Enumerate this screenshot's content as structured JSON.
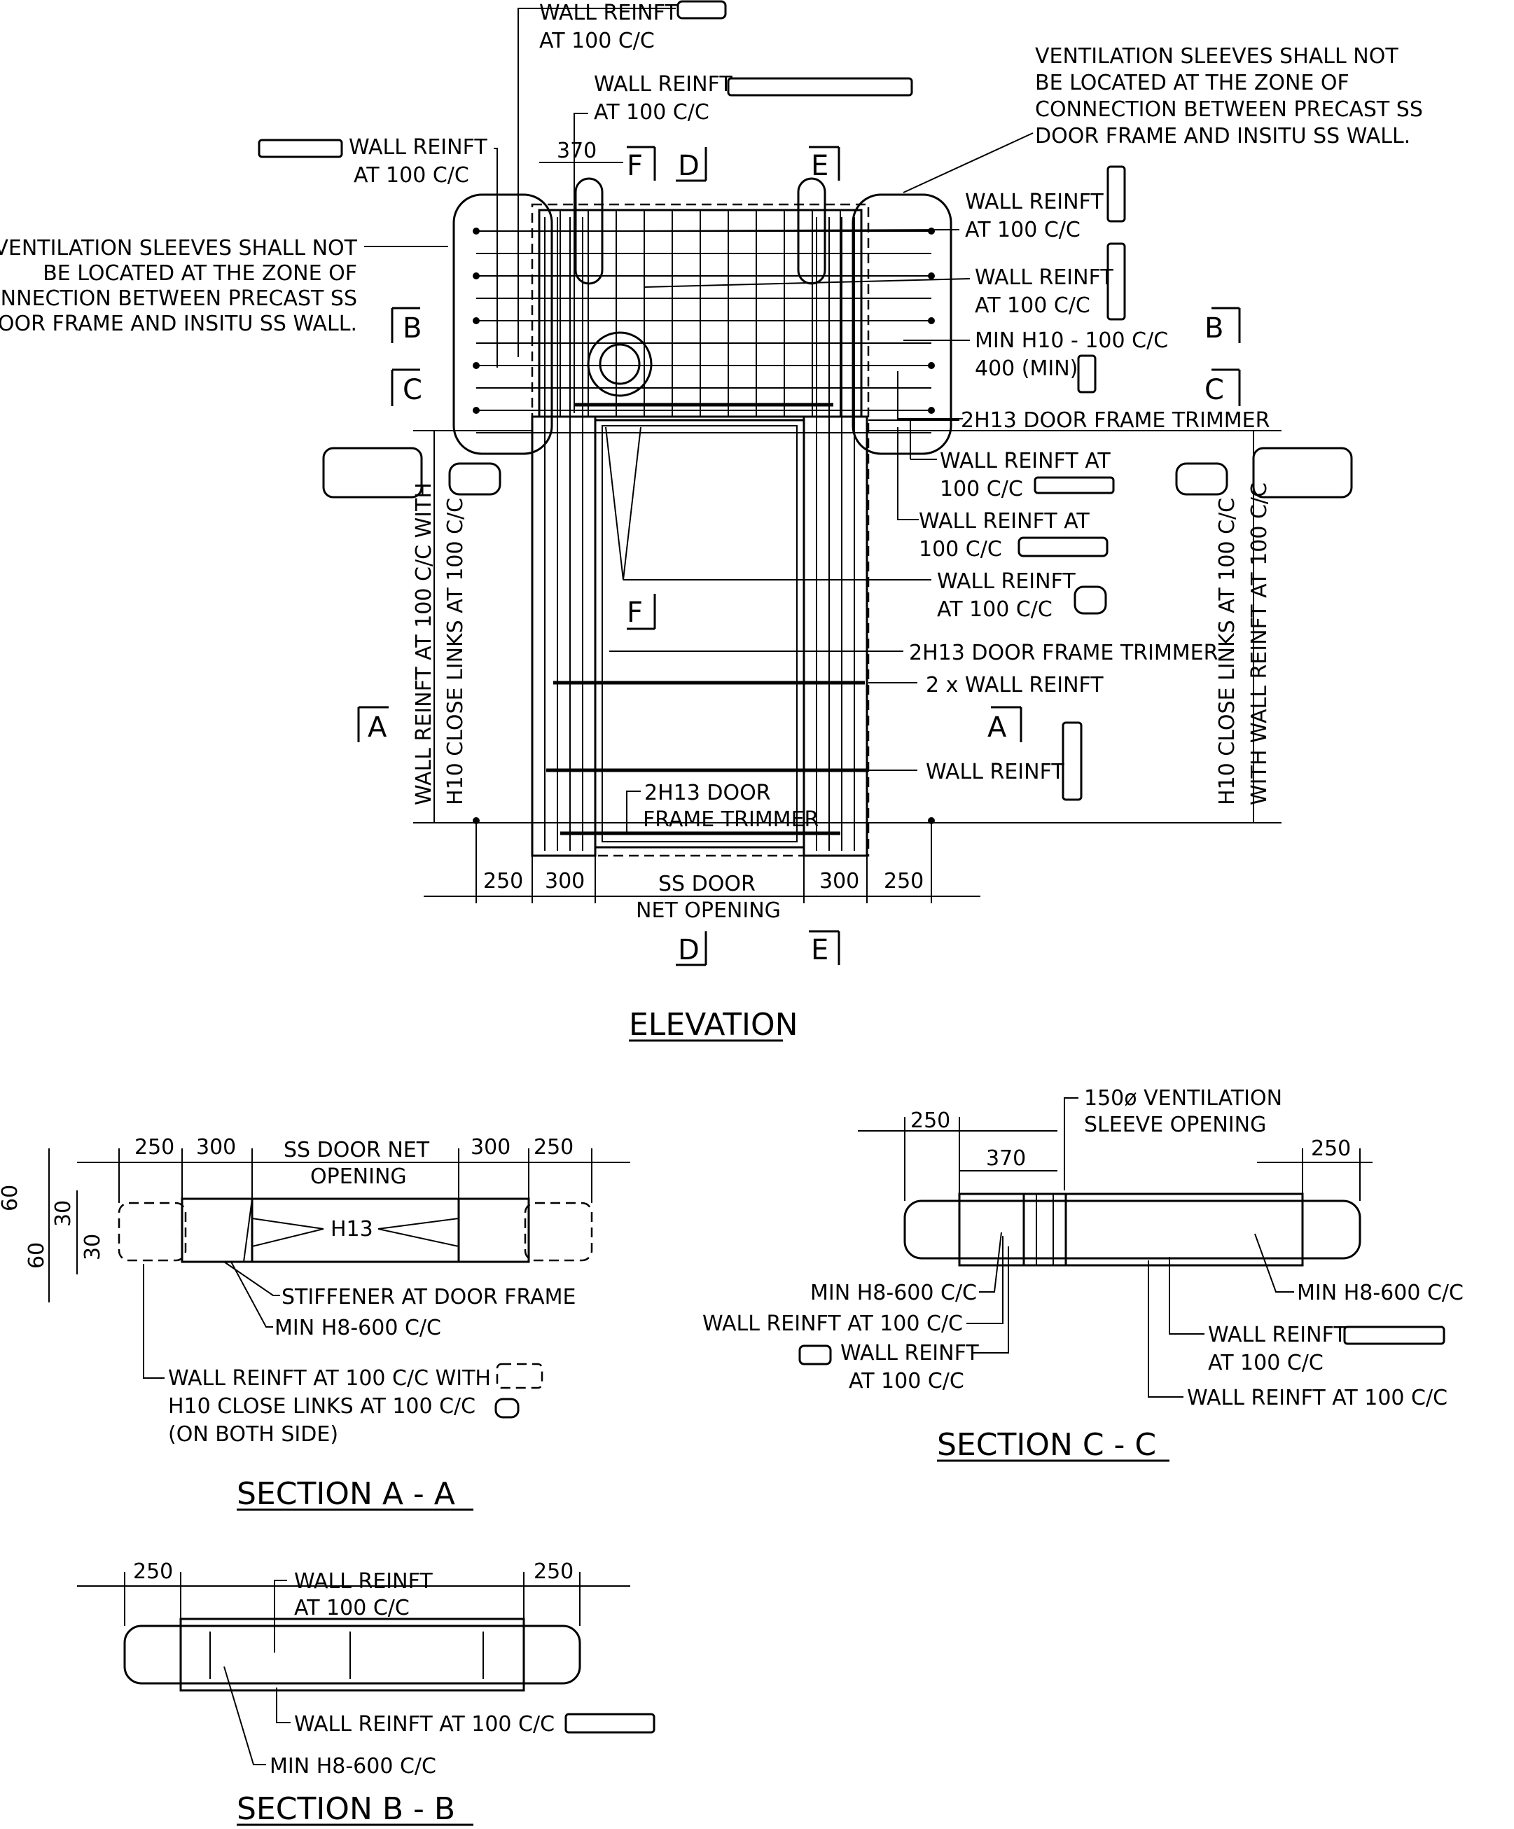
{
  "drawing_title": "ELEVATION",
  "elevation": {
    "wall_reinft_1": "WALL REINFT",
    "at_100_1": "AT 100 C/C",
    "wall_reinft_2": "WALL REINFT",
    "at_100_2": "AT 100 C/C",
    "wall_reinft_3": "WALL REINFT",
    "at_100_3": "AT 100 C/C",
    "dim_370": "370",
    "vent_note_right": [
      "VENTILATION SLEEVES SHALL NOT",
      "BE LOCATED AT THE ZONE OF",
      "CONNECTION BETWEEN PRECAST SS",
      "DOOR FRAME AND INSITU SS WALL."
    ],
    "vent_note_left": [
      "VENTILATION SLEEVES SHALL NOT",
      "BE LOCATED AT THE ZONE OF",
      "CONNECTION BETWEEN PRECAST SS",
      "DOOR FRAME AND INSITU SS WALL."
    ],
    "wall_reinft_r1": "WALL REINFT",
    "at_100_r1": "AT 100 C/C",
    "wall_reinft_r2": "WALL REINFT",
    "at_100_r2": "AT 100 C/C",
    "min_h10": "MIN H10 - 100 C/C",
    "min_400": "400 (MIN)",
    "trimmer_top": "2H13 DOOR FRAME TRIMMER",
    "wall_reinft_at_a": "WALL REINFT AT",
    "at_100_a": "100 C/C",
    "wall_reinft_at_b": "WALL REINFT AT",
    "at_100_b": "100 C/C",
    "wall_reinft_c": "WALL REINFT",
    "at_100_c": "AT 100 C/C",
    "trimmer_mid": "2H13 DOOR FRAME TRIMMER",
    "two_wall": "2 x WALL REINFT",
    "wall_reinft_d": "WALL REINFT",
    "trimmer_bot_1": "2H13 DOOR",
    "trimmer_bot_2": "FRAME TRIMMER",
    "left_vertical": [
      "WALL REINFT AT 100 C/C WITH",
      "H10 CLOSE LINKS AT 100 C/C"
    ],
    "right_vertical": [
      "H10 CLOSE LINKS AT 100 C/C",
      "WITH WALL REINFT AT 100 C/C"
    ],
    "dims": [
      "250",
      "300",
      "SS DOOR",
      "NET OPENING",
      "300",
      "250"
    ],
    "section_tags": [
      "A",
      "A",
      "B",
      "B",
      "C",
      "C",
      "D",
      "D",
      "E",
      "E",
      "F",
      "F"
    ]
  },
  "section_aa": {
    "title": "SECTION A - A",
    "dims": [
      "250",
      "300",
      "SS DOOR NET",
      "OPENING",
      "300",
      "250"
    ],
    "vdims": [
      "60",
      "30",
      "30",
      "60"
    ],
    "h13": "H13",
    "stiffener": "STIFFENER AT DOOR FRAME",
    "min_h8": "MIN H8-600 C/C",
    "note": [
      "WALL REINFT AT 100 C/C WITH",
      "H10 CLOSE LINKS AT 100 C/C",
      "(ON BOTH SIDE)"
    ]
  },
  "section_cc": {
    "title": "SECTION C - C",
    "vent": [
      "150ø VENTILATION",
      "SLEEVE OPENING"
    ],
    "dims": [
      "250",
      "370",
      "250"
    ],
    "min_h8_l": "MIN H8-600 C/C",
    "wall_reinft_100": "WALL REINFT AT 100 C/C",
    "wall_reinft_l": [
      "WALL REINFT",
      "AT 100 C/C"
    ],
    "min_h8_r": "MIN H8-600 C/C",
    "wall_reinft_r": [
      "WALL REINFT",
      "AT 100 C/C"
    ],
    "wall_reinft_r2": "WALL REINFT AT 100 C/C"
  },
  "section_bb": {
    "title": "SECTION B - B",
    "dims": [
      "250",
      "250"
    ],
    "wall_reinft": [
      "WALL REINFT",
      "AT 100 C/C"
    ],
    "wall_reinft_100": "WALL REINFT AT 100 C/C",
    "min_h8": "MIN H8-600 C/C"
  }
}
